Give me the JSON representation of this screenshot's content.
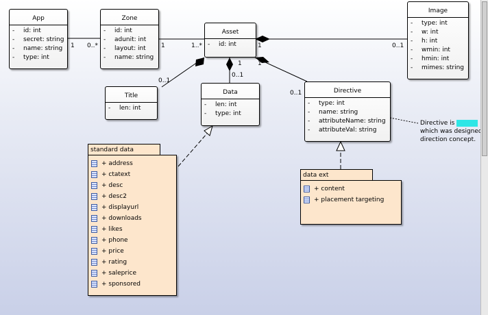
{
  "classes": {
    "app": {
      "name": "App",
      "attrs": [
        {
          "vis": "-",
          "text": "id: int"
        },
        {
          "vis": "-",
          "text": "secret: string"
        },
        {
          "vis": "-",
          "text": "name: string"
        },
        {
          "vis": "-",
          "text": "type: int"
        }
      ]
    },
    "zone": {
      "name": "Zone",
      "attrs": [
        {
          "vis": "-",
          "text": "id: int"
        },
        {
          "vis": "-",
          "text": "adunit: int"
        },
        {
          "vis": "-",
          "text": "layout: int"
        },
        {
          "vis": "-",
          "text": "name: string"
        }
      ]
    },
    "asset": {
      "name": "Asset",
      "attrs": [
        {
          "vis": "-",
          "text": "id: int"
        }
      ]
    },
    "image": {
      "name": "Image",
      "attrs": [
        {
          "vis": "-",
          "text": "type: int"
        },
        {
          "vis": "-",
          "text": "w: int"
        },
        {
          "vis": "-",
          "text": "h: int"
        },
        {
          "vis": "-",
          "text": "wmin: int"
        },
        {
          "vis": "-",
          "text": "hmin: int"
        },
        {
          "vis": "-",
          "text": "mimes: string"
        }
      ]
    },
    "title": {
      "name": "Title",
      "attrs": [
        {
          "vis": "-",
          "text": "len: int"
        }
      ]
    },
    "data": {
      "name": "Data",
      "attrs": [
        {
          "vis": "-",
          "text": "len: int"
        },
        {
          "vis": "-",
          "text": "type: int"
        }
      ]
    },
    "directive": {
      "name": "Directive",
      "attrs": [
        {
          "vis": "-",
          "text": "type: int"
        },
        {
          "vis": "-",
          "text": "name: string"
        },
        {
          "vis": "-",
          "text": "attributeName: string"
        },
        {
          "vis": "-",
          "text": "attributeVal: string"
        }
      ]
    }
  },
  "packages": {
    "standard_data": {
      "name": "standard data",
      "items": [
        "+ address",
        "+ ctatext",
        "+ desc",
        "+ desc2",
        "+ displayurl",
        "+ downloads",
        "+ likes",
        "+ phone",
        "+ price",
        "+ rating",
        "+ saleprice",
        "+ sponsored"
      ]
    },
    "data_ext": {
      "name": "data ext",
      "items": [
        "+ content",
        "+ placement targeting"
      ]
    }
  },
  "multiplicities": {
    "app_zone_app": "1",
    "app_zone_zone": "0..*",
    "zone_asset_zone": "1",
    "zone_asset_asset": "1..*",
    "asset_image_asset": "1",
    "asset_image_image": "0..1",
    "asset_title_asset": "1",
    "asset_title_title": "0..1",
    "asset_data_asset": "1",
    "asset_data_data": "0..1",
    "asset_directive_asset": "1",
    "asset_directive_directive": "0..1"
  },
  "note": {
    "line1": "Directive is",
    "redacted": "hidden",
    "line2": "which was designed",
    "line3": "direction concept."
  },
  "colors": {
    "package_fill": "#fde6cc",
    "class_fill": "#ffffff",
    "background_bottom": "#c9d0e8",
    "highlight": "#2ee6e6"
  }
}
